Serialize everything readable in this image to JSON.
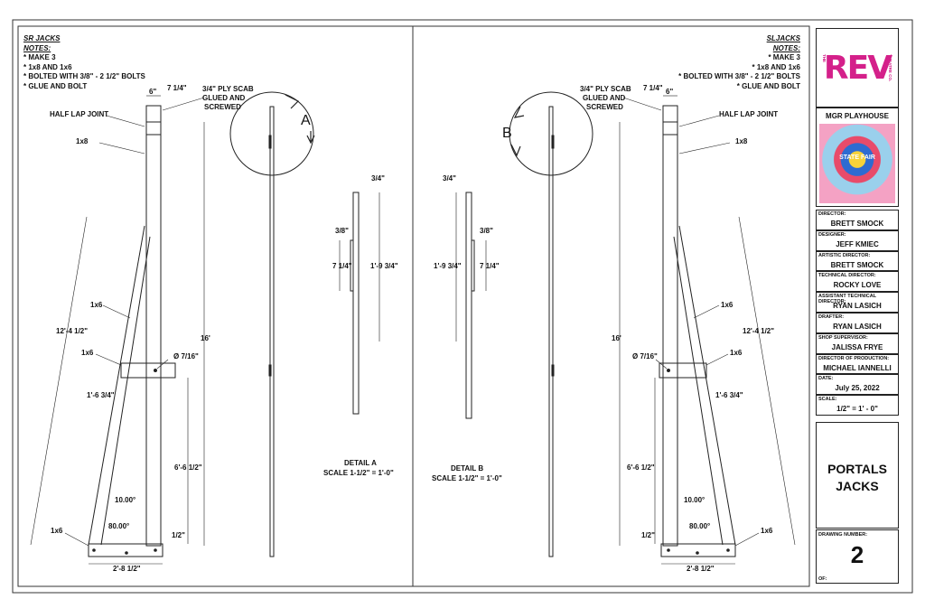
{
  "sr_notes": {
    "heading": "SR JACKS",
    "notes_label": "NOTES:",
    "lines": [
      "* MAKE 3",
      "* 1x8 AND 1x6",
      "* BOLTED WITH 3/8\" - 2 1/2\" BOLTS",
      "* GLUE AND BOLT"
    ]
  },
  "sl_notes": {
    "heading": "SLJACKS",
    "notes_label": "NOTES:",
    "lines": [
      "* MAKE 3",
      "* 1x8 AND 1x6",
      "* BOLTED WITH 3/8\" - 2 1/2\" BOLTS",
      "* GLUE AND BOLT"
    ]
  },
  "left_drawing": {
    "dim_top_width": "7 1/4\"",
    "dim_six": "6\"",
    "ply_scab": [
      "3/4\" PLY SCAB",
      "GLUED AND",
      "SCREWED"
    ],
    "half_lap": "HALF LAP JOINT",
    "label_1x8": "1x8",
    "label_1x6_brace": "1x6",
    "label_1x6_rail": "1x6",
    "label_1x6_base": "1x6",
    "dim_brace_len": "12'-4 1/2\"",
    "dim_height": "16'",
    "dim_hole": "Ø 7/16\"",
    "dim_rail_gap": "1'-6 3/4\"",
    "dim_rail_height": "6'-6 1/2\"",
    "angle_top": "10.00°",
    "angle_bottom": "80.00°",
    "dim_half": "1/2\"",
    "dim_base": "2'-8 1/2\""
  },
  "detail_a": {
    "callout": "A",
    "dim_top": "3/4\"",
    "dim_3_8": "3/8\"",
    "dim_7_1_4": "7 1/4\"",
    "dim_total": "1'-9 3/4\"",
    "title": "DETAIL A",
    "scale": "SCALE 1-1/2\" = 1'-0\""
  },
  "detail_b": {
    "callout": "B",
    "dim_top": "3/4\"",
    "dim_3_8": "3/8\"",
    "dim_7_1_4": "7 1/4\"",
    "dim_total": "1'-9 3/4\"",
    "title": "DETAIL B",
    "scale": "SCALE 1-1/2\" = 1'-0\""
  },
  "right_drawing": {
    "dim_top_width": "7 1/4\"",
    "dim_six": "6\"",
    "ply_scab": [
      "3/4\" PLY SCAB",
      "GLUED AND",
      "SCREWED"
    ],
    "half_lap": "HALF LAP JOINT",
    "label_1x8": "1x8",
    "label_1x6_brace": "1x6",
    "label_1x6_rail": "1x6",
    "label_1x6_base": "1x6",
    "dim_brace_len": "12'-4 1/2\"",
    "dim_height": "16'",
    "dim_hole": "Ø 7/16\"",
    "dim_rail_gap": "1'-6 3/4\"",
    "dim_rail_height": "6'-6 1/2\"",
    "angle_top": "10.00°",
    "angle_bottom": "80.00°",
    "dim_half": "1/2\"",
    "dim_base": "2'-8 1/2\""
  },
  "title_block": {
    "logo_text": "REV",
    "logo_left": "THE",
    "logo_right": "THEATRE CO.",
    "venue": "MGR PLAYHOUSE",
    "poster_text": "STATE FAIR",
    "fields": [
      {
        "label": "DIRECTOR:",
        "value": "BRETT SMOCK"
      },
      {
        "label": "DESIGNER:",
        "value": "JEFF KMIEC"
      },
      {
        "label": "ARTISTIC DIRECTOR:",
        "value": "BRETT SMOCK"
      },
      {
        "label": "TECHNICAL DIRECTOR:",
        "value": "ROCKY LOVE"
      },
      {
        "label": "ASSISTANT TECHNICAL DIRECTOR:",
        "value": "RYAN LASICH"
      },
      {
        "label": "DRAFTER:",
        "value": "RYAN LASICH"
      },
      {
        "label": "SHOP SUPERVISOR:",
        "value": "JALISSA FRYE"
      },
      {
        "label": "DIRECTOR OF PRODUCTION:",
        "value": "MICHAEL IANNELLI"
      },
      {
        "label": "DATE:",
        "value": "July 25, 2022"
      },
      {
        "label": "SCALE:",
        "value": "1/2\" = 1' - 0\""
      }
    ],
    "drawing_title_1": "PORTALS",
    "drawing_title_2": "JACKS",
    "drawing_number_label": "DRAWING NUMBER:",
    "drawing_number": "2",
    "of_label": "OF:"
  }
}
